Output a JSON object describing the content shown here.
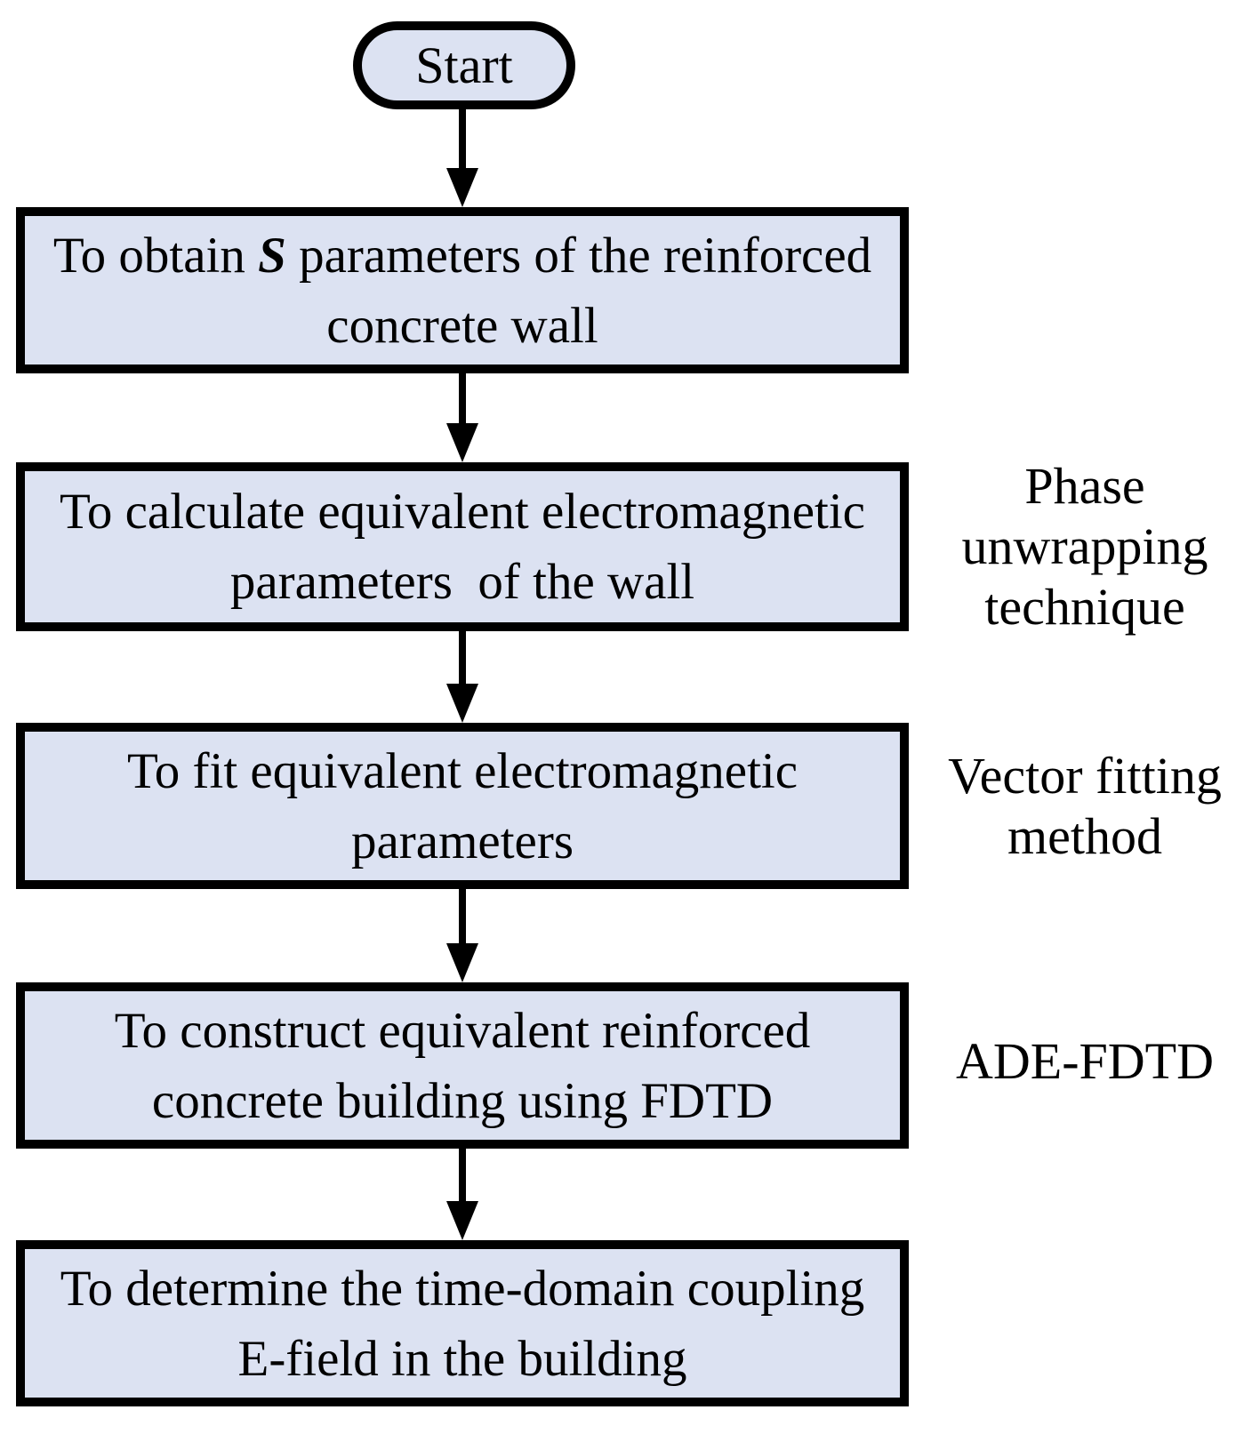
{
  "flow": {
    "start": {
      "label": "Start"
    },
    "steps": [
      {
        "line1_prefix": "To obtain ",
        "line1_emphasis": "S",
        "line1_suffix": " parameters of the reinforced",
        "line2": "concrete wall",
        "side_label": ""
      },
      {
        "line1": "To calculate equivalent electromagnetic",
        "line2": "parameters  of the wall",
        "side_label": "Phase\nunwrapping\ntechnique"
      },
      {
        "line1": "To fit equivalent electromagnetic",
        "line2": "parameters",
        "side_label": "Vector fitting\nmethod"
      },
      {
        "line1": "To construct equivalent reinforced",
        "line2": "concrete building using FDTD",
        "side_label": "ADE-FDTD"
      },
      {
        "line1": "To determine the time-domain coupling",
        "line2": "E-field in the building",
        "side_label": ""
      }
    ]
  },
  "colors": {
    "node_fill": "#dce2f2",
    "node_border": "#000000",
    "arrow": "#000000",
    "text": "#000000",
    "background": "#ffffff"
  }
}
